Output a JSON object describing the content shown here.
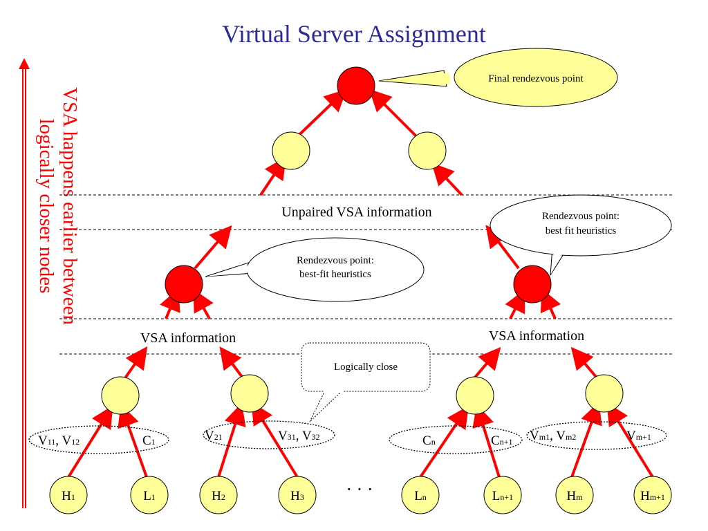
{
  "title": "Virtual Server Assignment",
  "side_label": [
    "VSA happens earlier between",
    "logically closer nodes"
  ],
  "callouts": {
    "final": "Final rendezvous point",
    "left_rp": [
      "Rendezvous point:",
      "best-fit heuristics"
    ],
    "right_rp": [
      "Rendezvous point:",
      "best fit heuristics"
    ],
    "logically_close": "Logically close"
  },
  "band_labels": {
    "unpaired": "Unpaired VSA information",
    "vsa_left": "VSA information",
    "vsa_right": "VSA information"
  },
  "groups": [
    {
      "left": {
        "base": "V",
        "sub": "11"
      },
      "sep": ", ",
      "right": {
        "base": "V",
        "sub": "12"
      }
    },
    {
      "left": {
        "base": "C",
        "sub": "1"
      }
    },
    {
      "left": {
        "base": "V",
        "sub": "21"
      }
    },
    {
      "left": {
        "base": "V",
        "sub": "31"
      },
      "sep": ", ",
      "right": {
        "base": "V",
        "sub": "32"
      }
    },
    {
      "left": {
        "base": "C",
        "sub": "n"
      }
    },
    {
      "left": {
        "base": "C",
        "sub": "n+1"
      }
    },
    {
      "left": {
        "base": "V",
        "sub": "m1"
      },
      "sep": ", ",
      "right": {
        "base": "V",
        "sub": "m2"
      }
    },
    {
      "left": {
        "base": "V",
        "sub": "m+1"
      }
    }
  ],
  "leaves": [
    {
      "base": "H",
      "sub": "1"
    },
    {
      "base": "L",
      "sub": "1"
    },
    {
      "base": "H",
      "sub": "2"
    },
    {
      "base": "H",
      "sub": "3"
    },
    {
      "base": "L",
      "sub": "n"
    },
    {
      "base": "L",
      "sub": "n+1"
    },
    {
      "base": "H",
      "sub": "m"
    },
    {
      "base": "H",
      "sub": "m+1"
    }
  ],
  "ellipsis": "· · ·",
  "colors": {
    "title": "#2b2b9a",
    "red": "#ff0000",
    "node_yellow": "#ffff99",
    "callout_yellow": "#ffff99",
    "arrow": "#ff0000"
  }
}
